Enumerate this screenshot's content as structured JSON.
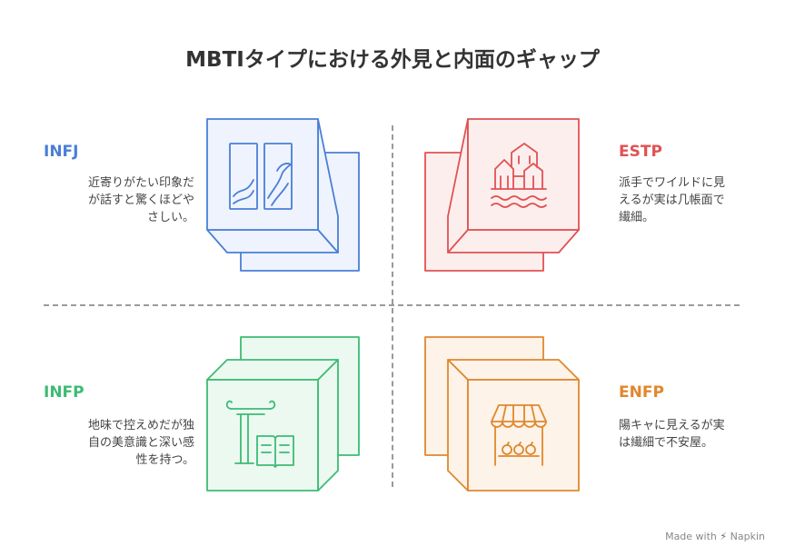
{
  "title": "MBTIタイプにおける外見と内面のギャップ",
  "quadrants": {
    "infj": {
      "label": "INFJ",
      "desc_lines": [
        "近寄りがたい印象だ",
        "が話すと驚くほどや",
        "さしい。"
      ],
      "color": "#4a7fd6",
      "fill": "#eef3fd"
    },
    "estp": {
      "label": "ESTP",
      "desc_lines": [
        "派手でワイルドに見",
        "えるが実は几帳面で",
        "繊細。"
      ],
      "color": "#e05252",
      "fill": "#fdeeee"
    },
    "infp": {
      "label": "INFP",
      "desc_lines": [
        "地味で控えめだが独",
        "自の美意識と深い感",
        "性を持つ。"
      ],
      "color": "#3dbb74",
      "fill": "#ecf9f1"
    },
    "enfp": {
      "label": "ENFP",
      "desc_lines": [
        "陽キャに見えるが実",
        "は繊細で不安屋。"
      ],
      "color": "#e0872e",
      "fill": "#fdf3e8"
    }
  },
  "icons": {
    "infj": "window-landscape-icon",
    "estp": "city-waves-icon",
    "infp": "pillar-book-icon",
    "enfp": "market-stall-icon"
  },
  "footer": {
    "made_with": "Made with",
    "brand": "Napkin"
  }
}
